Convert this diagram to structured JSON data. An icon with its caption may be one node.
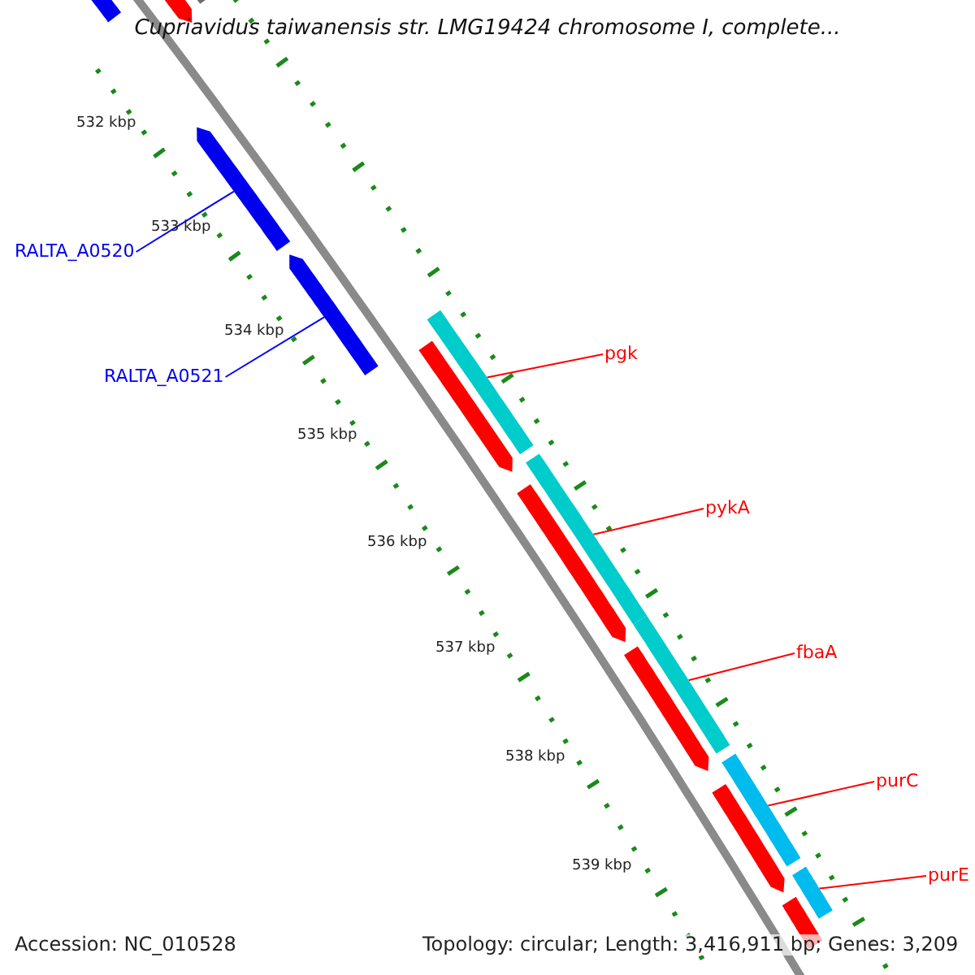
{
  "diagram": {
    "title": "Cupriavidus taiwanensis str. LMG19424 chromosome I, complete...",
    "nodes": [
      {
        "text": [
          "RALTA_A0520"
        ]
      },
      {
        "text": [],
        "shape": "bar"
      },
      {
        "text": [
          "RALTA_A0521"
        ]
      },
      {
        "text": [],
        "shape": "bar"
      },
      {
        "text": [
          "pgk"
        ]
      },
      {
        "text": [],
        "shape": "bar"
      },
      {
        "text": [
          "pykA"
        ]
      },
      {
        "text": [],
        "shape": "bar"
      },
      {
        "text": [
          "fbaA"
        ]
      },
      {
        "text": [],
        "shape": "bar"
      },
      {
        "text": [
          "purC"
        ]
      },
      {
        "text": [],
        "shape": "bar"
      },
      {
        "text": [
          "purE"
        ]
      },
      {
        "text": [],
        "shape": "bar"
      }
    ],
    "edges": [
      {
        "from": 0,
        "to": 1,
        "arrow": "none",
        "color": "#0000ff"
      },
      {
        "from": 2,
        "to": 3,
        "arrow": "none",
        "color": "#0000ff"
      },
      {
        "from": 4,
        "to": 5,
        "arrow": "none"
      },
      {
        "from": 6,
        "to": 7,
        "arrow": "none"
      },
      {
        "from": 8,
        "to": 9,
        "arrow": "none"
      },
      {
        "from": 10,
        "to": 11,
        "arrow": "none"
      },
      {
        "from": 12,
        "to": 13,
        "arrow": "none"
      }
    ],
    "labels": [
      "532 kbp",
      "533 kbp",
      "534 kbp",
      "535 kbp",
      "536 kbp",
      "537 kbp",
      "538 kbp",
      "539 kbp",
      "Accession: NC_010528",
      "Topology: circular; Length: 3,416,911 bp; Genes: 3,209"
    ]
  }
}
